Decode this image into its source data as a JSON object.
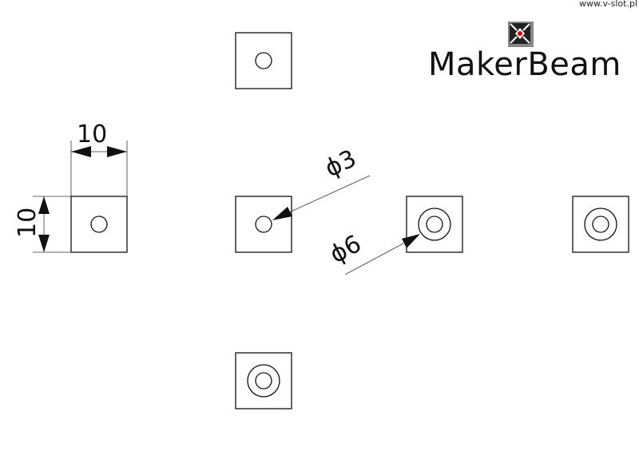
{
  "header": {
    "url": "www.v-slot.pl",
    "brand": "MakerBeam"
  },
  "dimensions": {
    "width": "10",
    "height": "10",
    "hole_small": "ϕ3",
    "hole_large": "ϕ6"
  }
}
